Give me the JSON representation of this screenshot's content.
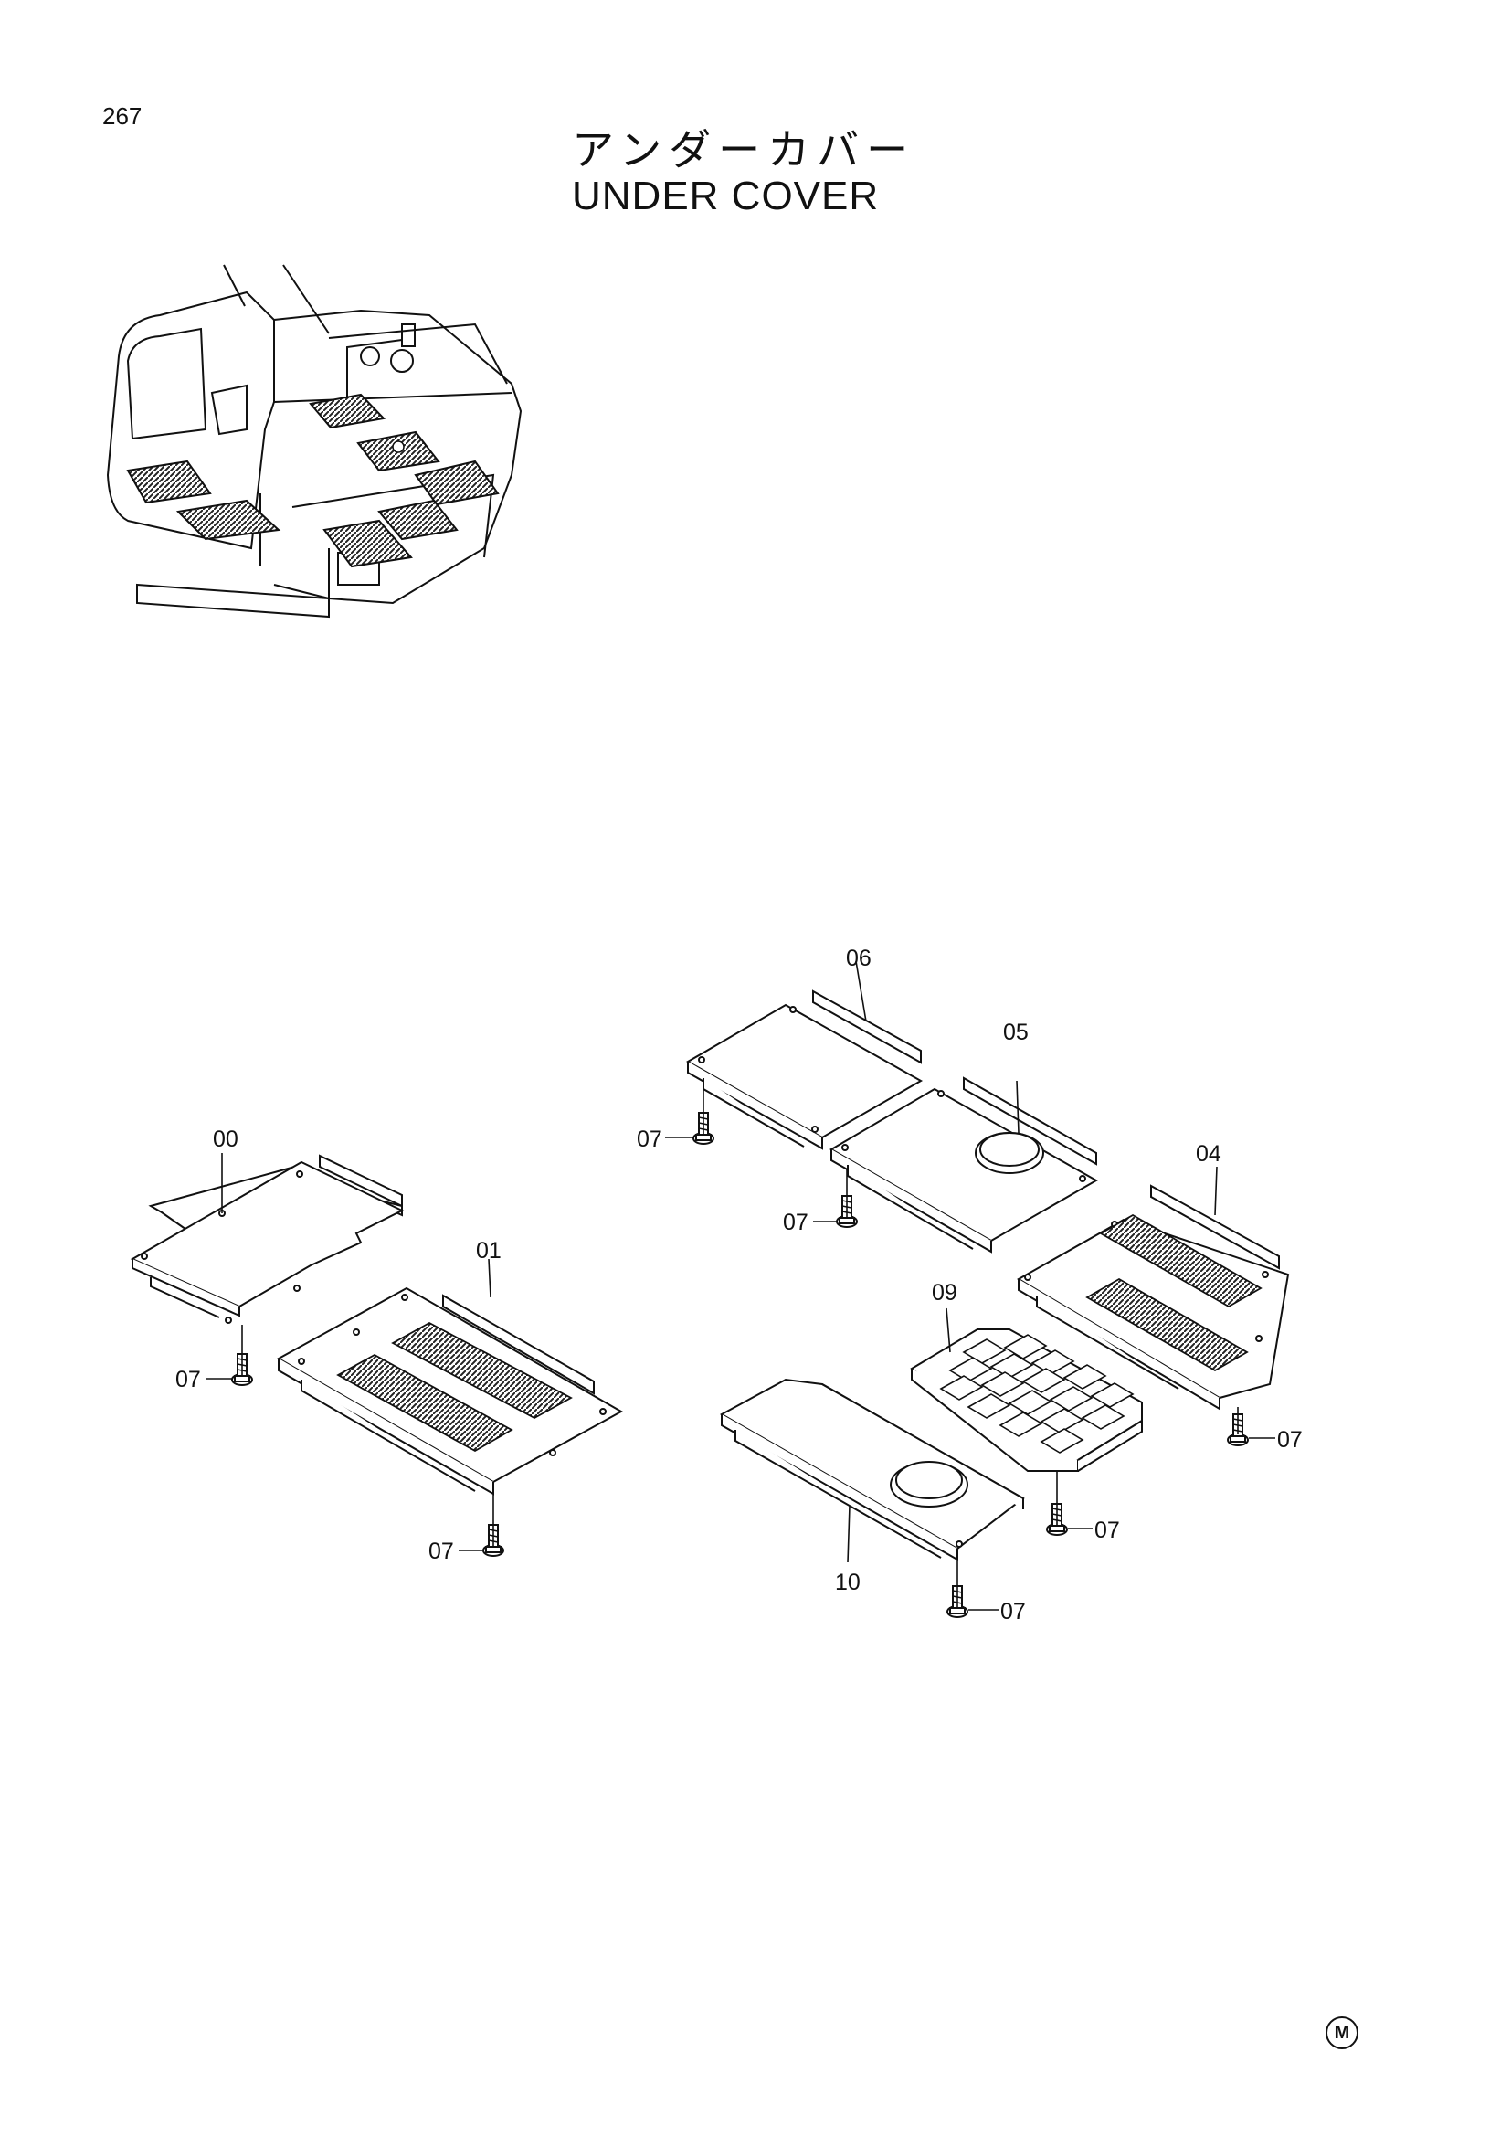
{
  "page": {
    "number": "267",
    "title_ja": "アンダーカバー",
    "title_en": "UNDER COVER",
    "footer_mark": "M"
  },
  "callouts": {
    "p00": "00",
    "p01": "01",
    "p04": "04",
    "p05": "05",
    "p06": "06",
    "p09": "09",
    "p10": "10",
    "bolt": "07"
  }
}
